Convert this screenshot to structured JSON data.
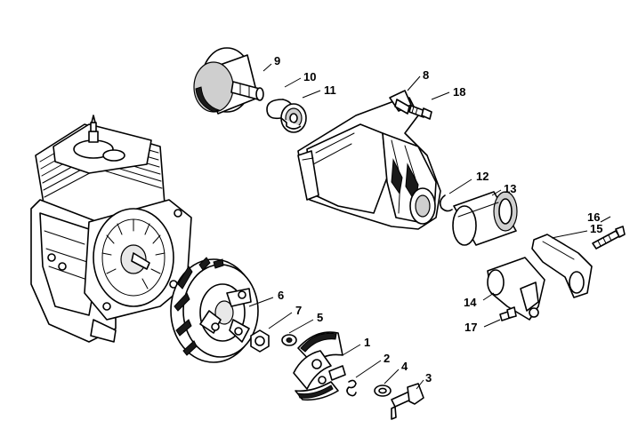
{
  "callouts": [
    {
      "key": "p1",
      "text": "1"
    },
    {
      "key": "p2",
      "text": "2"
    },
    {
      "key": "p3",
      "text": "3"
    },
    {
      "key": "p4",
      "text": "4"
    },
    {
      "key": "p5",
      "text": "5"
    },
    {
      "key": "p6",
      "text": "6"
    },
    {
      "key": "p7",
      "text": "7"
    },
    {
      "key": "p8",
      "text": "8"
    },
    {
      "key": "p9",
      "text": "9"
    },
    {
      "key": "p10",
      "text": "10"
    },
    {
      "key": "p11",
      "text": "11"
    },
    {
      "key": "p12",
      "text": "12"
    },
    {
      "key": "p13",
      "text": "13"
    },
    {
      "key": "p14",
      "text": "14"
    },
    {
      "key": "p15",
      "text": "15"
    },
    {
      "key": "p16",
      "text": "16"
    },
    {
      "key": "p17",
      "text": "17"
    },
    {
      "key": "p18",
      "text": "18"
    }
  ]
}
